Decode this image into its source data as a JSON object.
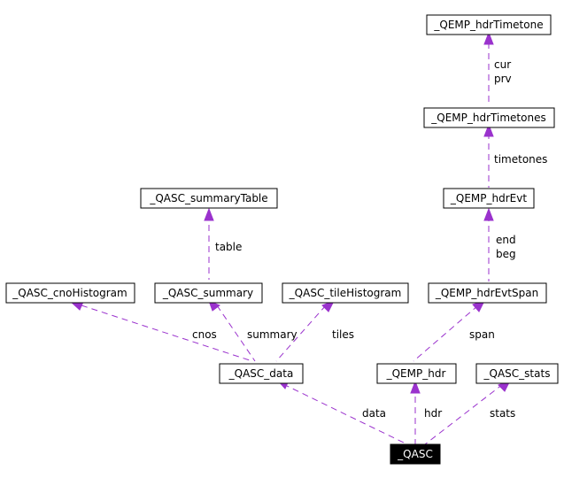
{
  "diagram": {
    "nodes": {
      "hdrTimetone": "_QEMP_hdrTimetone",
      "hdrTimetones": "_QEMP_hdrTimetones",
      "summaryTable": "_QASC_summaryTable",
      "hdrEvt": "_QEMP_hdrEvt",
      "cnoHistogram": "_QASC_cnoHistogram",
      "summary": "_QASC_summary",
      "tileHistogram": "_QASC_tileHistogram",
      "hdrEvtSpan": "_QEMP_hdrEvtSpan",
      "data": "_QASC_data",
      "hdr": "_QEMP_hdr",
      "stats": "_QASC_stats",
      "qasc": "_QASC"
    },
    "edge_labels": {
      "cur": "cur",
      "prv": "prv",
      "timetones": "timetones",
      "table": "table",
      "end": "end",
      "beg": "beg",
      "cnos": "cnos",
      "summary": "summary",
      "tiles": "tiles",
      "span": "span",
      "data": "data",
      "hdr": "hdr",
      "stats": "stats"
    },
    "edge_color": "#9a32cd"
  }
}
